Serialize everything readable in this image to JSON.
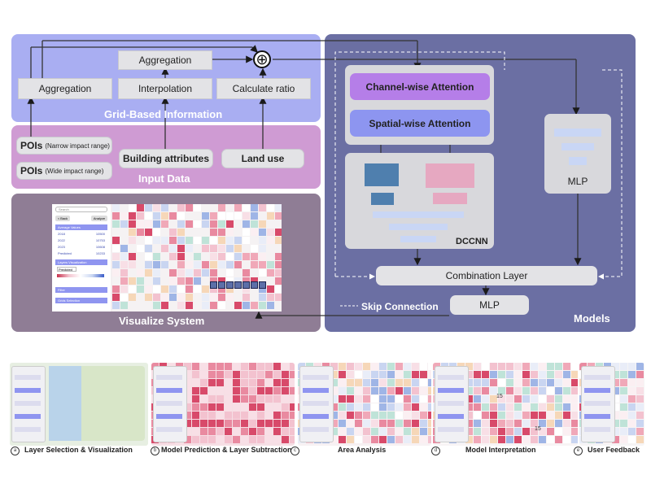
{
  "left": {
    "grid_info": {
      "title": "Grid-Based Information",
      "aggregation_top": "Aggregation",
      "aggregation_left": "Aggregation",
      "interpolation": "Interpolation",
      "calculate_ratio": "Calculate ratio"
    },
    "input_data": {
      "title": "Input Data",
      "poi_narrow_main": "POIs",
      "poi_narrow_sub": "(Narrow impact range)",
      "poi_wide_main": "POIs",
      "poi_wide_sub": "(Wide impact range)",
      "building": "Building attributes",
      "land_use": "Land use"
    },
    "visualize": {
      "title": "Visualize System",
      "search_placeholder": "Search",
      "back_btn": "< Back",
      "analyze_btn": "Analyze",
      "avg_title": "Average Values",
      "years": [
        {
          "label": "2018",
          "value": "10500"
        },
        {
          "label": "2022",
          "value": "10753"
        },
        {
          "label": "2023",
          "value": "10608"
        },
        {
          "label": "Predicted",
          "value": "10233"
        }
      ],
      "layers_title": "Layers Visualization",
      "layer_select": "Predicted",
      "filter_label": "Filter",
      "grids_title": "Grids Selection"
    }
  },
  "models": {
    "title": "Models",
    "channel_attention": "Channel-wise Attention",
    "spatial_attention": "Spatial-wise Attention",
    "dccnn": "DCCNN",
    "mlp_right": "MLP",
    "combination": "Combination Layer",
    "mlp_bottom": "MLP",
    "skip_connection": "Skip Connection",
    "plus_symbol": "⊕"
  },
  "bottom": {
    "captions": [
      {
        "letter": "a",
        "text": "Layer Selection & Visualization"
      },
      {
        "letter": "b",
        "text": "Model Prediction & Layer Subtraction"
      },
      {
        "letter": "c",
        "text": "Area Analysis"
      },
      {
        "letter": "d",
        "text": "Model Interpretation"
      },
      {
        "letter": "e",
        "text": "User Feedback"
      }
    ],
    "interp_labels": [
      "15",
      "15"
    ]
  },
  "colors": {
    "grid_panel": "#a9aef2",
    "input_panel": "#cf9bd3",
    "visual_panel": "#8f7d95",
    "models_panel": "#6b6fa3",
    "channel_attention": "#b57ee8",
    "spatial_attention": "#8d95f0"
  }
}
